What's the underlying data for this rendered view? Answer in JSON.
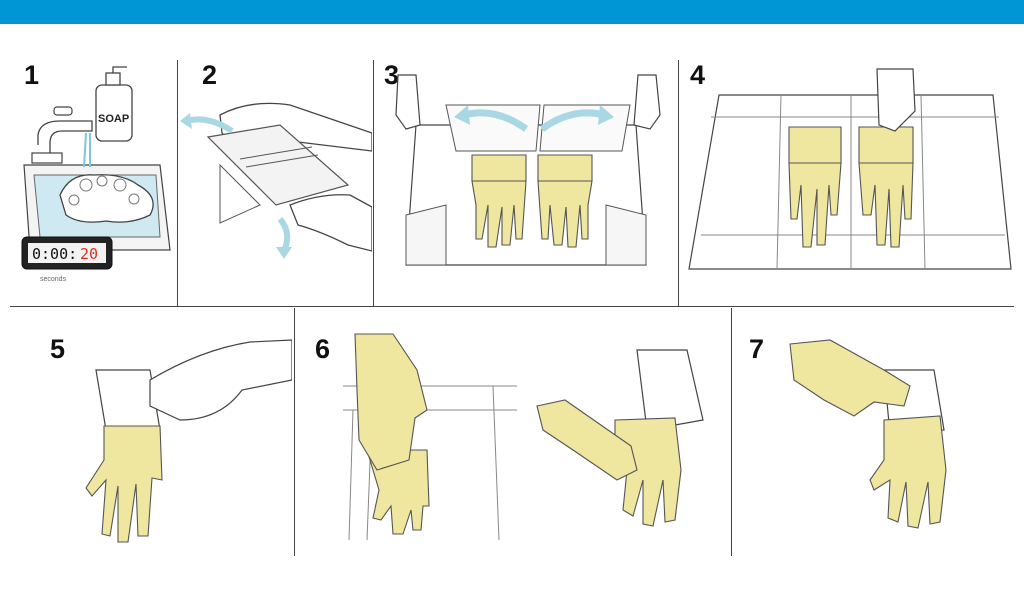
{
  "colors": {
    "top_bar": "#0096d6",
    "glove": "#efe6a0",
    "glove_outline": "#555555",
    "arrow": "#a9d8e4",
    "timer_seconds": "#e0301e"
  },
  "steps": [
    {
      "number": "1",
      "soap_label": "SOAP",
      "timer": {
        "prefix": "0:00:",
        "seconds_value": "20",
        "unit": "seconds"
      }
    },
    {
      "number": "2"
    },
    {
      "number": "3"
    },
    {
      "number": "4"
    },
    {
      "number": "5"
    },
    {
      "number": "6"
    },
    {
      "number": "7"
    }
  ]
}
